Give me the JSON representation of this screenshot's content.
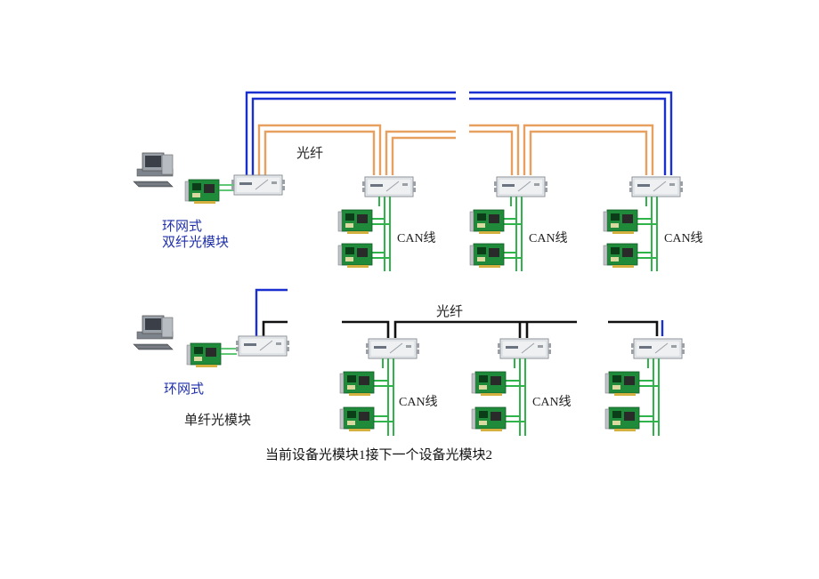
{
  "colors": {
    "blue_fiber": "#1a2fd0",
    "orange_fiber": "#e8a060",
    "black_fiber": "#111111",
    "can_green": "#2fb34a",
    "card_green": "#1f8a3a",
    "module_body": "#eef0f2"
  },
  "top": {
    "label_line1": "环网式",
    "label_line2": "双纤光模块",
    "fiber_label": "光纤",
    "can_labels": [
      "CAN线",
      "CAN线",
      "CAN线"
    ]
  },
  "bottom": {
    "label_line1": "环网式",
    "label_line2": "单纤光模块",
    "fiber_label": "光纤",
    "can_labels": [
      "CAN线",
      "CAN线"
    ]
  },
  "caption": "当前设备光模块1接下一个设备光模块2",
  "icons": {
    "computer": "computer-icon",
    "can_card": "can-card-icon",
    "fiber_module": "fiber-module-icon"
  }
}
